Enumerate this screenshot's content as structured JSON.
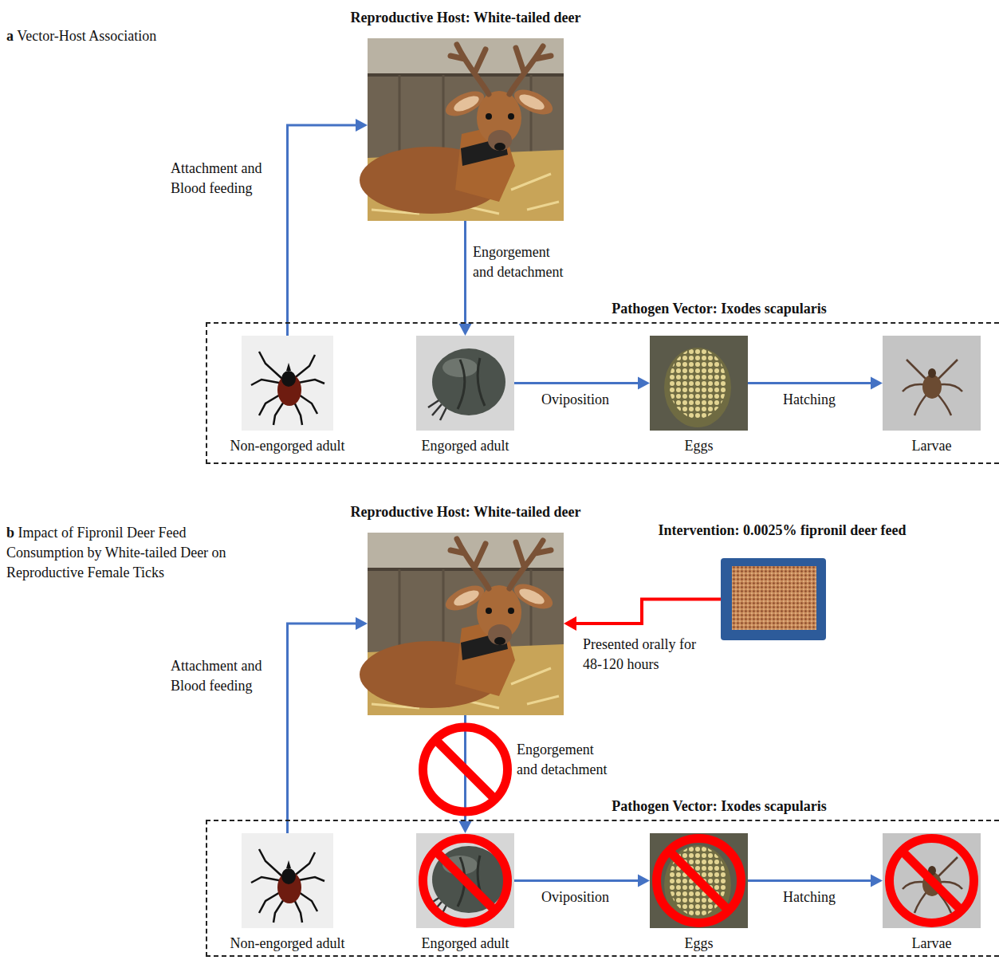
{
  "diagram": {
    "nodes": [
      {
        "text": [
          "Reproductive Host: White-tailed deer"
        ]
      },
      {
        "text": [
          "Pathogen Vector: Ixodes scapularis"
        ]
      },
      {
        "text": [
          "Non-engorged adult"
        ],
        "in": 1
      },
      {
        "text": [
          "Engorged adult"
        ],
        "in": 1
      },
      {
        "text": [
          "Eggs"
        ],
        "in": 1
      },
      {
        "text": [
          "Larvae"
        ],
        "in": 1
      },
      {
        "text": [
          "Reproductive Host: White-tailed deer"
        ]
      },
      {
        "text": [
          "Intervention: 0.0025% fipronil deer feed"
        ]
      },
      {
        "text": [
          "Pathogen Vector: Ixodes scapularis"
        ]
      },
      {
        "text": [
          "Non-engorged adult"
        ],
        "in": 8
      },
      {
        "text": [
          "Engorged adult"
        ],
        "in": 8
      },
      {
        "text": [
          "Eggs"
        ],
        "in": 8
      },
      {
        "text": [
          "Larvae"
        ],
        "in": 8
      }
    ],
    "edges": [
      {
        "from": 2,
        "to": 0,
        "label": "Attachment and Blood feeding",
        "arrow": "to"
      },
      {
        "from": 0,
        "to": 3,
        "label": "Engorgement and detachment",
        "arrow": "to"
      },
      {
        "from": 3,
        "to": 4,
        "label": "Oviposition",
        "arrow": "to"
      },
      {
        "from": 4,
        "to": 5,
        "label": "Hatching",
        "arrow": "to"
      },
      {
        "from": 9,
        "to": 6,
        "label": "Attachment and Blood feeding",
        "arrow": "to"
      },
      {
        "from": 6,
        "to": 10,
        "label": "Engorgement and detachment",
        "arrow": "to"
      },
      {
        "from": 10,
        "to": 11,
        "label": "Oviposition",
        "arrow": "to"
      },
      {
        "from": 11,
        "to": 12,
        "label": "Hatching",
        "arrow": "to"
      },
      {
        "from": 7,
        "to": 6,
        "label": "Presented orally for 48-120 hours",
        "arrow": "to"
      }
    ],
    "labels": [
      "a Vector-Host Association",
      "b Impact of Fipronil Deer Feed Consumption by White-tailed Deer on Reproductive Female Ticks"
    ]
  }
}
